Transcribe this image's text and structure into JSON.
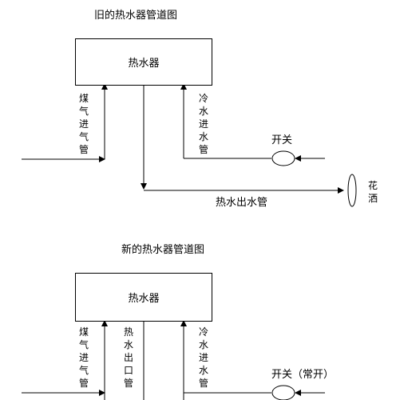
{
  "old_diagram": {
    "title": "旧的热水器管道图",
    "heater_label": "热水器",
    "gas_pipe_label": "煤气进气管",
    "cold_pipe_label": "冷水进水管",
    "switch_label": "开关",
    "hot_pipe_label": "热水出水管",
    "shower_label": "花洒"
  },
  "new_diagram": {
    "title": "新的热水器管道图",
    "heater_label": "热水器",
    "gas_pipe_label": "煤气进气管",
    "hot_outlet_label": "热水出口管",
    "cold_pipe_label": "冷水进水管",
    "switch_label": "开关（常开）"
  }
}
